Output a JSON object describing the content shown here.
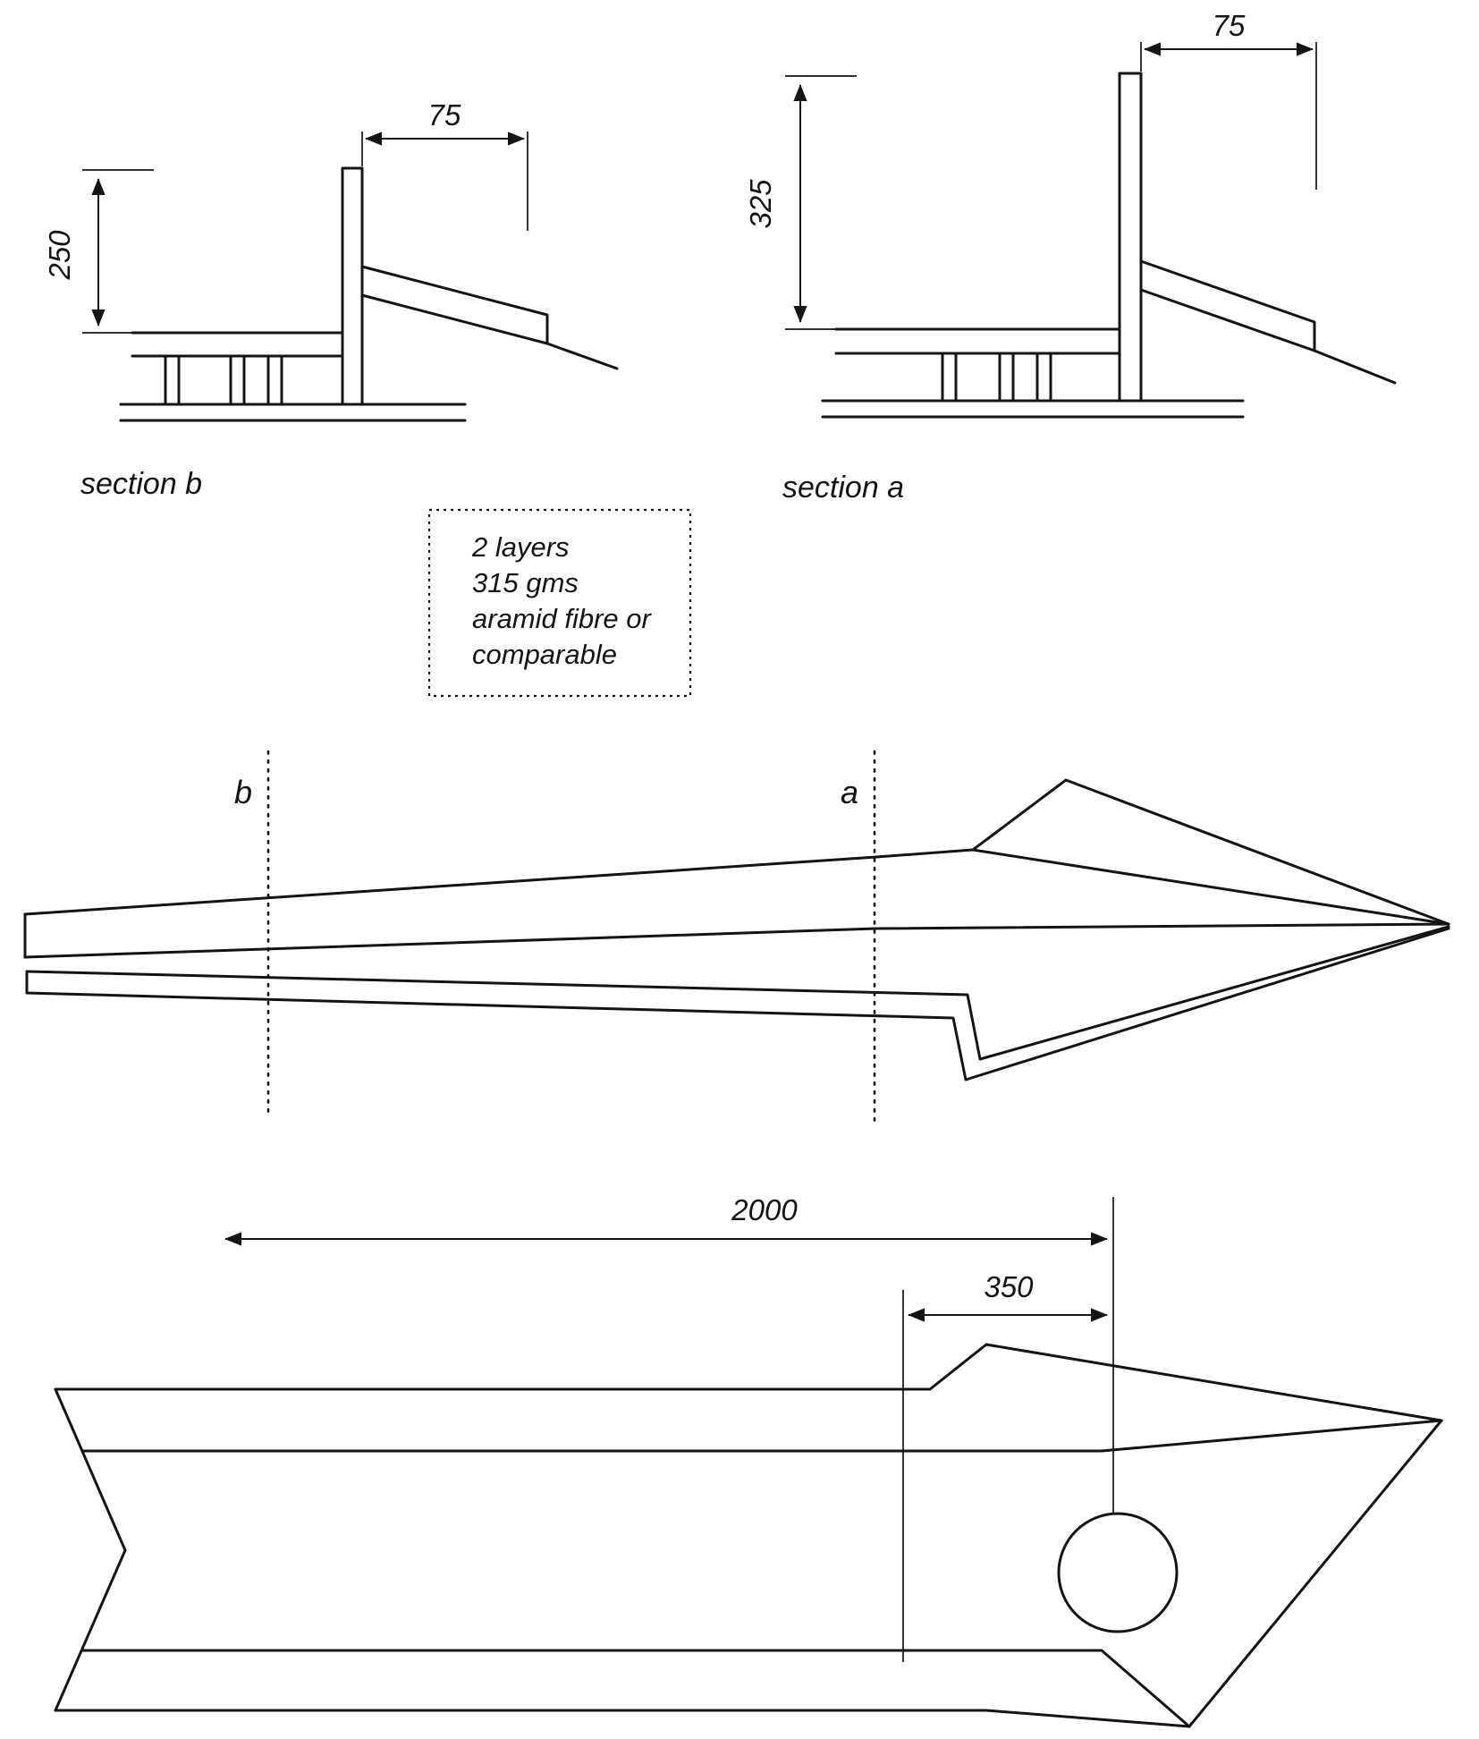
{
  "sections": {
    "b": {
      "label": "section b",
      "dim_height": "250",
      "dim_width": "75"
    },
    "a": {
      "label": "section a",
      "dim_height": "325",
      "dim_width": "75"
    }
  },
  "note": {
    "lines": [
      "2 layers",
      "315 gms",
      "aramid fibre or",
      "comparable"
    ]
  },
  "profile": {
    "section_marker_b": "b",
    "section_marker_a": "a"
  },
  "plan": {
    "dim_overall": "2000",
    "dim_cockpit": "350"
  },
  "colors": {
    "ink": "#141414",
    "background": "#ffffff"
  }
}
